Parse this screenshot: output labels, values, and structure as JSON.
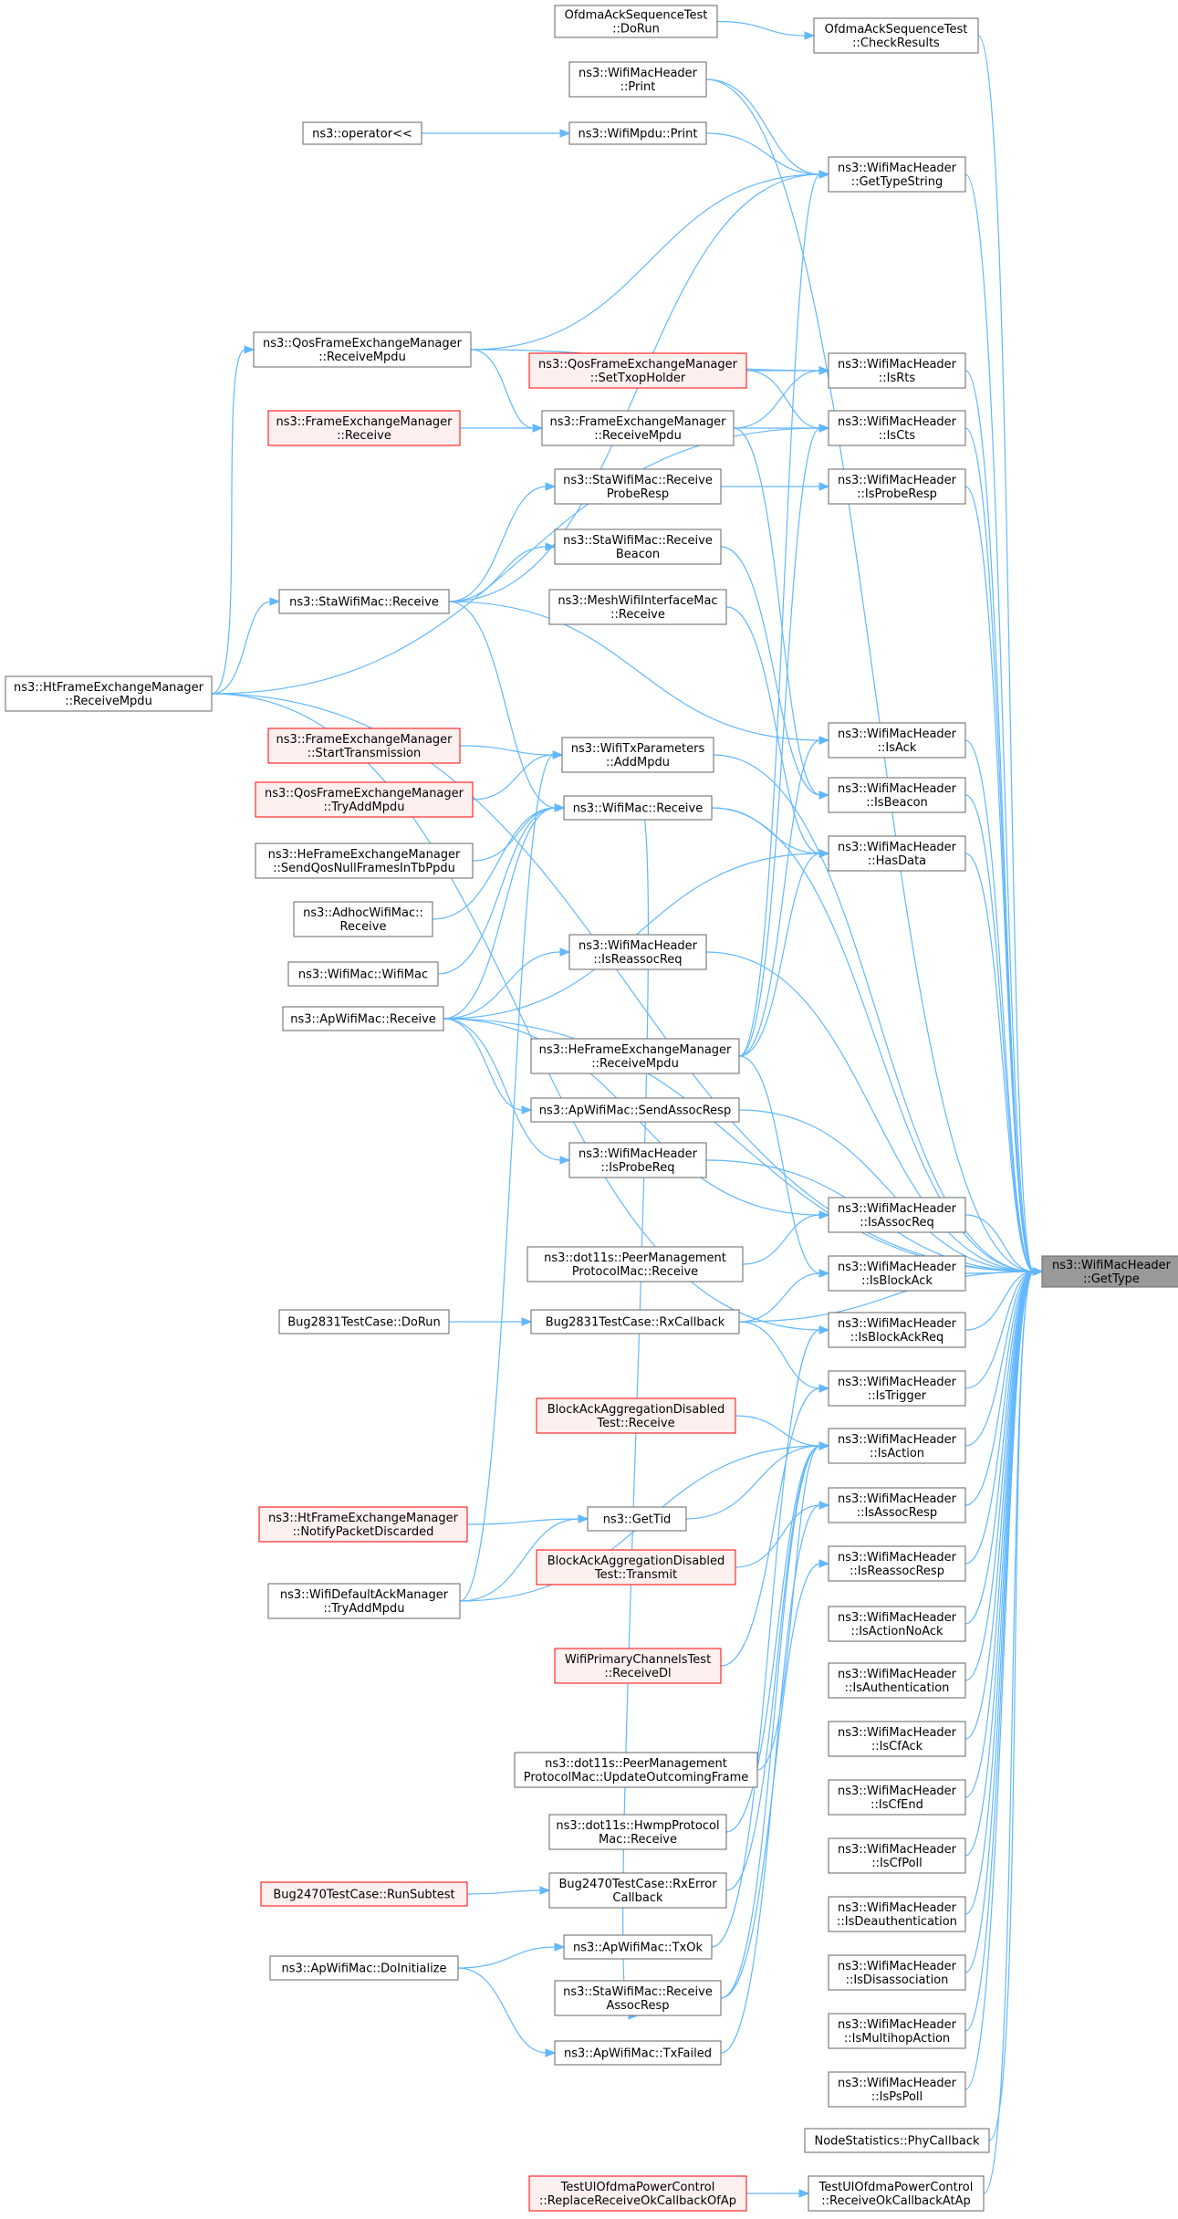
{
  "colors": {
    "edge": "#63b8ff",
    "node_border": "#666666",
    "node_fill": "#ffffff",
    "truncated_border": "#ff0000",
    "truncated_fill": "#fff0f0",
    "target_fill": "#999999",
    "target_border": "#666666"
  },
  "target": {
    "id": "getType",
    "lines": [
      "ns3::WifiMacHeader",
      "::GetType"
    ]
  },
  "nodes": [
    {
      "id": "ofdmaDoRun",
      "lines": [
        "OfdmaAckSequenceTest",
        "::DoRun"
      ],
      "style": "normal"
    },
    {
      "id": "ofdmaCheck",
      "lines": [
        "OfdmaAckSequenceTest",
        "::CheckResults"
      ],
      "style": "normal"
    },
    {
      "id": "print",
      "lines": [
        "ns3::WifiMacHeader",
        "::Print"
      ],
      "style": "normal"
    },
    {
      "id": "operatorLL",
      "lines": [
        "ns3::operator<<"
      ],
      "style": "normal"
    },
    {
      "id": "mpduPrint",
      "lines": [
        "ns3::WifiMpdu::Print"
      ],
      "style": "normal"
    },
    {
      "id": "getTypeString",
      "lines": [
        "ns3::WifiMacHeader",
        "::GetTypeString"
      ],
      "style": "normal"
    },
    {
      "id": "qosRecv",
      "lines": [
        "ns3::QosFrameExchangeManager",
        "::ReceiveMpdu"
      ],
      "style": "normal"
    },
    {
      "id": "qosSetTxop",
      "lines": [
        "ns3::QosFrameExchangeManager",
        "::SetTxopHolder"
      ],
      "style": "truncated"
    },
    {
      "id": "isRts",
      "lines": [
        "ns3::WifiMacHeader",
        "::IsRts"
      ],
      "style": "normal"
    },
    {
      "id": "femReceive",
      "lines": [
        "ns3::FrameExchangeManager",
        "::Receive"
      ],
      "style": "truncated"
    },
    {
      "id": "femRecvMpdu",
      "lines": [
        "ns3::FrameExchangeManager",
        "::ReceiveMpdu"
      ],
      "style": "normal"
    },
    {
      "id": "isCts",
      "lines": [
        "ns3::WifiMacHeader",
        "::IsCts"
      ],
      "style": "normal"
    },
    {
      "id": "staProbeResp",
      "lines": [
        "ns3::StaWifiMac::Receive",
        "ProbeResp"
      ],
      "style": "normal"
    },
    {
      "id": "isProbeResp",
      "lines": [
        "ns3::WifiMacHeader",
        "::IsProbeResp"
      ],
      "style": "normal"
    },
    {
      "id": "staBeacon",
      "lines": [
        "ns3::StaWifiMac::Receive",
        "Beacon"
      ],
      "style": "normal"
    },
    {
      "id": "staReceive",
      "lines": [
        "ns3::StaWifiMac::Receive"
      ],
      "style": "normal"
    },
    {
      "id": "meshReceive",
      "lines": [
        "ns3::MeshWifiInterfaceMac",
        "::Receive"
      ],
      "style": "normal"
    },
    {
      "id": "htRecvMpdu",
      "lines": [
        "ns3::HtFrameExchangeManager",
        "::ReceiveMpdu"
      ],
      "style": "normal"
    },
    {
      "id": "isAck",
      "lines": [
        "ns3::WifiMacHeader",
        "::IsAck"
      ],
      "style": "normal"
    },
    {
      "id": "femStartTx",
      "lines": [
        "ns3::FrameExchangeManager",
        "::StartTransmission"
      ],
      "style": "truncated"
    },
    {
      "id": "txParamsAdd",
      "lines": [
        "ns3::WifiTxParameters",
        "::AddMpdu"
      ],
      "style": "normal"
    },
    {
      "id": "isBeacon",
      "lines": [
        "ns3::WifiMacHeader",
        "::IsBeacon"
      ],
      "style": "normal"
    },
    {
      "id": "qosTryAdd",
      "lines": [
        "ns3::QosFrameExchangeManager",
        "::TryAddMpdu"
      ],
      "style": "truncated"
    },
    {
      "id": "wifiMacReceive",
      "lines": [
        "ns3::WifiMac::Receive"
      ],
      "style": "normal"
    },
    {
      "id": "heSendQosNull",
      "lines": [
        "ns3::HeFrameExchangeManager",
        "::SendQosNullFramesInTbPpdu"
      ],
      "style": "normal"
    },
    {
      "id": "hasData",
      "lines": [
        "ns3::WifiMacHeader",
        "::HasData"
      ],
      "style": "normal"
    },
    {
      "id": "adhocReceive",
      "lines": [
        "ns3::AdhocWifiMac::",
        "Receive"
      ],
      "style": "normal"
    },
    {
      "id": "isReassocReq",
      "lines": [
        "ns3::WifiMacHeader",
        "::IsReassocReq"
      ],
      "style": "normal"
    },
    {
      "id": "wifiMacCtor",
      "lines": [
        "ns3::WifiMac::WifiMac"
      ],
      "style": "normal"
    },
    {
      "id": "apReceive",
      "lines": [
        "ns3::ApWifiMac::Receive"
      ],
      "style": "normal"
    },
    {
      "id": "heRecvMpdu",
      "lines": [
        "ns3::HeFrameExchangeManager",
        "::ReceiveMpdu"
      ],
      "style": "normal"
    },
    {
      "id": "apSendAssocResp",
      "lines": [
        "ns3::ApWifiMac::SendAssocResp"
      ],
      "style": "normal"
    },
    {
      "id": "isProbeReq",
      "lines": [
        "ns3::WifiMacHeader",
        "::IsProbeReq"
      ],
      "style": "normal"
    },
    {
      "id": "isAssocReq",
      "lines": [
        "ns3::WifiMacHeader",
        "::IsAssocReq"
      ],
      "style": "normal"
    },
    {
      "id": "peerMgmtRecv",
      "lines": [
        "ns3::dot11s::PeerManagement",
        "ProtocolMac::Receive"
      ],
      "style": "normal"
    },
    {
      "id": "isBlockAck",
      "lines": [
        "ns3::WifiMacHeader",
        "::IsBlockAck"
      ],
      "style": "normal"
    },
    {
      "id": "bugDoRun",
      "lines": [
        "Bug2831TestCase::DoRun"
      ],
      "style": "normal"
    },
    {
      "id": "bugRxCallback",
      "lines": [
        "Bug2831TestCase::RxCallback"
      ],
      "style": "normal"
    },
    {
      "id": "isBlockAckReq",
      "lines": [
        "ns3::WifiMacHeader",
        "::IsBlockAckReq"
      ],
      "style": "normal"
    },
    {
      "id": "isTrigger",
      "lines": [
        "ns3::WifiMacHeader",
        "::IsTrigger"
      ],
      "style": "normal"
    },
    {
      "id": "baDisRecv",
      "lines": [
        "BlockAckAggregationDisabled",
        "Test::Receive"
      ],
      "style": "truncated"
    },
    {
      "id": "isAction",
      "lines": [
        "ns3::WifiMacHeader",
        "::IsAction"
      ],
      "style": "normal"
    },
    {
      "id": "htNotify",
      "lines": [
        "ns3::HtFrameExchangeManager",
        "::NotifyPacketDiscarded"
      ],
      "style": "truncated"
    },
    {
      "id": "getTid",
      "lines": [
        "ns3::GetTid"
      ],
      "style": "normal"
    },
    {
      "id": "isAssocResp",
      "lines": [
        "ns3::WifiMacHeader",
        "::IsAssocResp"
      ],
      "style": "normal"
    },
    {
      "id": "baDisTx",
      "lines": [
        "BlockAckAggregationDisabled",
        "Test::Transmit"
      ],
      "style": "truncated"
    },
    {
      "id": "isReassocResp",
      "lines": [
        "ns3::WifiMacHeader",
        "::IsReassocResp"
      ],
      "style": "normal"
    },
    {
      "id": "defAckTryAdd",
      "lines": [
        "ns3::WifiDefaultAckManager",
        "::TryAddMpdu"
      ],
      "style": "normal"
    },
    {
      "id": "isActionNoAck",
      "lines": [
        "ns3::WifiMacHeader",
        "::IsActionNoAck"
      ],
      "style": "normal"
    },
    {
      "id": "primaryRecvDl",
      "lines": [
        "WifiPrimaryChannelsTest",
        "::ReceiveDl"
      ],
      "style": "truncated"
    },
    {
      "id": "isAuth",
      "lines": [
        "ns3::WifiMacHeader",
        "::IsAuthentication"
      ],
      "style": "normal"
    },
    {
      "id": "isCfAck",
      "lines": [
        "ns3::WifiMacHeader",
        "::IsCfAck"
      ],
      "style": "normal"
    },
    {
      "id": "peerMgmtUpdate",
      "lines": [
        "ns3::dot11s::PeerManagement",
        "ProtocolMac::UpdateOutcomingFrame"
      ],
      "style": "normal"
    },
    {
      "id": "isCfEnd",
      "lines": [
        "ns3::WifiMacHeader",
        "::IsCfEnd"
      ],
      "style": "normal"
    },
    {
      "id": "hwmpRecv",
      "lines": [
        "ns3::dot11s::HwmpProtocol",
        "Mac::Receive"
      ],
      "style": "normal"
    },
    {
      "id": "isCfPoll",
      "lines": [
        "ns3::WifiMacHeader",
        "::IsCfPoll"
      ],
      "style": "normal"
    },
    {
      "id": "bug2470Run",
      "lines": [
        "Bug2470TestCase::RunSubtest"
      ],
      "style": "truncated"
    },
    {
      "id": "bug2470RxErr",
      "lines": [
        "Bug2470TestCase::RxError",
        "Callback"
      ],
      "style": "normal"
    },
    {
      "id": "isDeauth",
      "lines": [
        "ns3::WifiMacHeader",
        "::IsDeauthentication"
      ],
      "style": "normal"
    },
    {
      "id": "apTxOk",
      "lines": [
        "ns3::ApWifiMac::TxOk"
      ],
      "style": "normal"
    },
    {
      "id": "isDisassoc",
      "lines": [
        "ns3::WifiMacHeader",
        "::IsDisassociation"
      ],
      "style": "normal"
    },
    {
      "id": "apDoInit",
      "lines": [
        "ns3::ApWifiMac::DoInitialize"
      ],
      "style": "normal"
    },
    {
      "id": "staAssocResp",
      "lines": [
        "ns3::StaWifiMac::Receive",
        "AssocResp"
      ],
      "style": "normal"
    },
    {
      "id": "isMultihop",
      "lines": [
        "ns3::WifiMacHeader",
        "::IsMultihopAction"
      ],
      "style": "normal"
    },
    {
      "id": "apTxFailed",
      "lines": [
        "ns3::ApWifiMac::TxFailed"
      ],
      "style": "normal"
    },
    {
      "id": "isPsPoll",
      "lines": [
        "ns3::WifiMacHeader",
        "::IsPsPoll"
      ],
      "style": "normal"
    },
    {
      "id": "nodePhyCb",
      "lines": [
        "NodeStatistics::PhyCallback"
      ],
      "style": "normal"
    },
    {
      "id": "tulReplace",
      "lines": [
        "TestUlOfdmaPowerControl",
        "::ReplaceReceiveOkCallbackOfAp"
      ],
      "style": "truncated"
    },
    {
      "id": "tulRecvOk",
      "lines": [
        "TestUlOfdmaPowerControl",
        "::ReceiveOkCallbackAtAp"
      ],
      "style": "normal"
    }
  ]
}
